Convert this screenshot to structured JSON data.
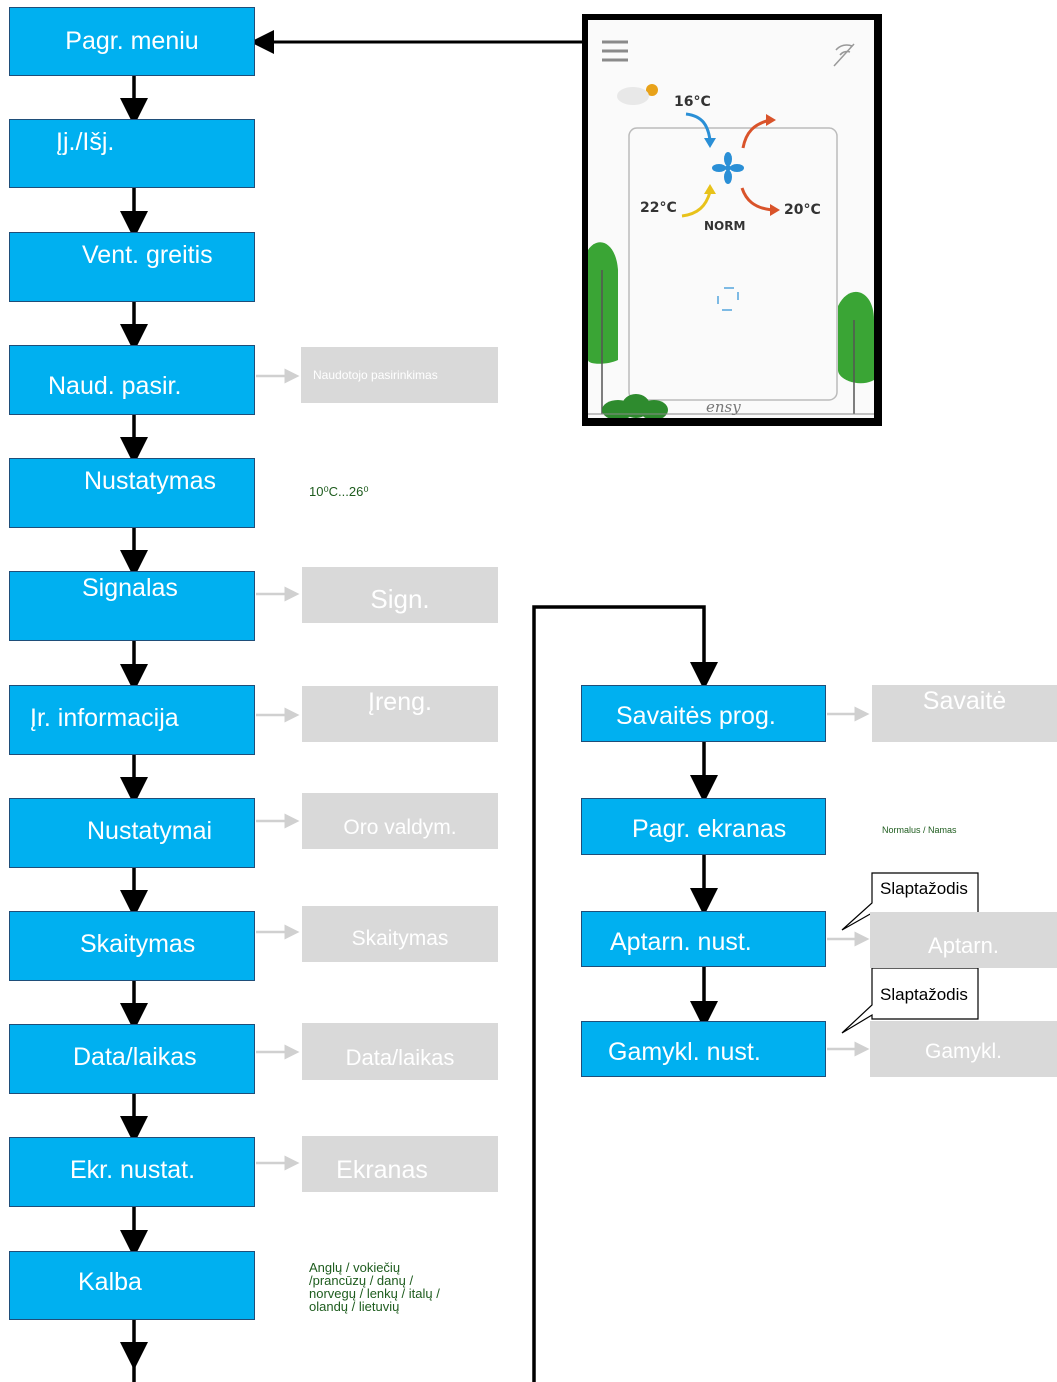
{
  "main_menu": [
    {
      "id": "pagr-meniu",
      "label": "Pagr. meniu"
    },
    {
      "id": "ij-isj",
      "label": "Įj./Išj."
    },
    {
      "id": "vent-greitis",
      "label": "Vent. greitis"
    },
    {
      "id": "naud-pasir",
      "label": "Naud. pasir."
    },
    {
      "id": "nustatymas",
      "label": "Nustatymas"
    },
    {
      "id": "signalas",
      "label": "Signalas"
    },
    {
      "id": "ir-informacija",
      "label": "Įr. informacija"
    },
    {
      "id": "nustatymai",
      "label": "Nustatymai"
    },
    {
      "id": "skaitymas",
      "label": "Skaitymas"
    },
    {
      "id": "data-laikas",
      "label": "Data/laikas"
    },
    {
      "id": "ekr-nustat",
      "label": "Ekr. nustat."
    },
    {
      "id": "kalba",
      "label": "Kalba"
    }
  ],
  "submenus": {
    "naudotojo": "Naudotojo  pasirinkimas",
    "sign": "Sign.",
    "ireng": "Įreng.",
    "oro_valdym": "Oro valdym.",
    "skaitymas": "Skaitymas",
    "data_laikas": "Data/laikas",
    "ekranas": "Ekranas",
    "savaite": "Savaitė",
    "aptarn": "Aptarn.",
    "gamykl": "Gamykl."
  },
  "notes": {
    "temp_range": "10⁰C...26⁰",
    "language_list": "Anglų / vokiečių /prancūzų / danų / norvegų / lenkų / italų / olandų / lietuvių",
    "screen_mode": "Normalus / Namas"
  },
  "right_menu": [
    {
      "id": "savaites-prog",
      "label": "Savaitės prog."
    },
    {
      "id": "pagr-ekranas",
      "label": "Pagr. ekranas"
    },
    {
      "id": "aptarn-nust",
      "label": "Aptarn. nust."
    },
    {
      "id": "gamykl-nust",
      "label": "Gamykl. nust."
    }
  ],
  "callouts": {
    "password_1": "Slaptažodis",
    "password_2": "Slaptažodis"
  },
  "device_screen": {
    "outdoor_temp": "16°C",
    "indoor_temp": "22°C",
    "supply_temp": "20°C",
    "mode": "NORM",
    "brand": "ensy"
  },
  "colors": {
    "box_fill": "#00b0f0",
    "box_border": "#1f4e79",
    "submenu_fill": "#d9d9d9",
    "note_text": "#1e5c1e"
  }
}
